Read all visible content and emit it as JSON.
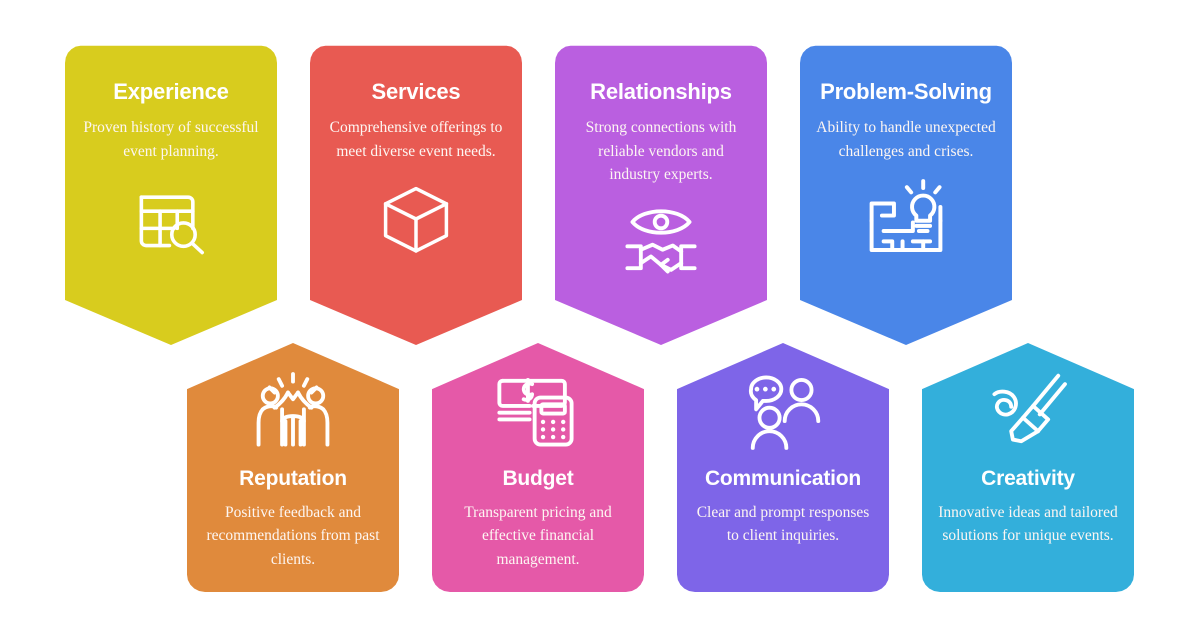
{
  "graphic": {
    "type": "infographic",
    "layout": "two-row-banner-cards",
    "background_color": "#ffffff",
    "row_top_count": 4,
    "row_bottom_count": 4
  },
  "cards": [
    {
      "id": "experience",
      "row": "top",
      "title": "Experience",
      "description": "Proven history of successful event planning.",
      "icon": "spreadsheet-search-icon",
      "color": "#D8CC1E"
    },
    {
      "id": "services",
      "row": "top",
      "title": "Services",
      "description": "Comprehensive offerings to meet diverse event needs.",
      "icon": "cube-box-icon",
      "color": "#E85A52"
    },
    {
      "id": "relationships",
      "row": "top",
      "title": "Relationships",
      "description": "Strong connections with reliable vendors and industry experts.",
      "icon": "eye-handshake-icon",
      "color": "#BA5FE0"
    },
    {
      "id": "problem-solving",
      "row": "top",
      "title": "Problem-Solving",
      "description": "Ability to handle unexpected challenges and crises.",
      "icon": "maze-lightbulb-icon",
      "color": "#4A86E8"
    },
    {
      "id": "reputation",
      "row": "bottom",
      "title": "Reputation",
      "description": "Positive feedback and recommendations from past clients.",
      "icon": "high-five-people-icon",
      "color": "#E08A3C"
    },
    {
      "id": "budget",
      "row": "bottom",
      "title": "Budget",
      "description": "Transparent pricing and effective financial management.",
      "icon": "money-calculator-icon",
      "color": "#E559A8"
    },
    {
      "id": "communication",
      "row": "bottom",
      "title": "Communication",
      "description": "Clear and prompt responses to client inquiries.",
      "icon": "people-speech-bubble-icon",
      "color": "#7E65E8"
    },
    {
      "id": "creativity",
      "row": "bottom",
      "title": "Creativity",
      "description": "Innovative ideas and tailored solutions for unique events.",
      "icon": "paintbrush-swirl-icon",
      "color": "#33AFDB"
    }
  ]
}
